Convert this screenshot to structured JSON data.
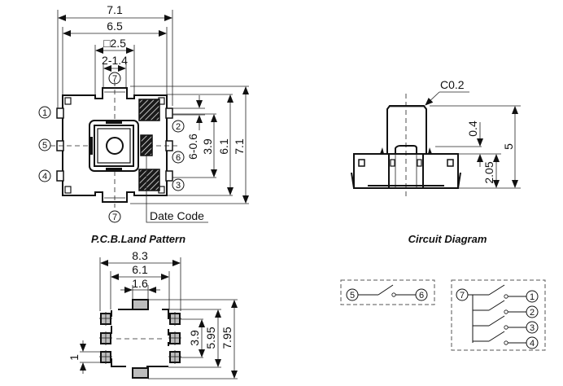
{
  "figures": {
    "top_view": {
      "caption": "P.C.B.Land Pattern",
      "dimensions": {
        "overall_width": "7.1",
        "body_width": "6.5",
        "square_actuator": "□2.5",
        "pin7_pitch": "2-1.4",
        "pin_width": "6-0.6",
        "pin_pitch_outer": "3.9",
        "body_height": "6.1",
        "overall_height": "7.1"
      },
      "label_date_code": "Date Code",
      "pins_left": [
        "1",
        "5",
        "4"
      ],
      "pins_right": [
        "2",
        "6",
        "3"
      ],
      "pins_top_bottom": [
        "7",
        "7"
      ]
    },
    "side_view": {
      "caption": "Circuit Diagram",
      "dimensions": {
        "chamfer": "C0.2",
        "stem_offset": "0.4",
        "body_height": "2.05",
        "total_height": "5"
      }
    },
    "land_pattern": {
      "dimensions": {
        "overall_width": "8.3",
        "pad_center_width": "6.1",
        "top_pad_width": "1.6",
        "pad_pitch": "3.9",
        "pad_span": "5.95",
        "overall_height": "7.95",
        "pad_size": "1"
      }
    },
    "circuit": {
      "switch_a": {
        "from": "5",
        "to": "6"
      },
      "switch_b": {
        "common": "7",
        "outputs": [
          "1",
          "2",
          "3",
          "4"
        ]
      }
    }
  }
}
